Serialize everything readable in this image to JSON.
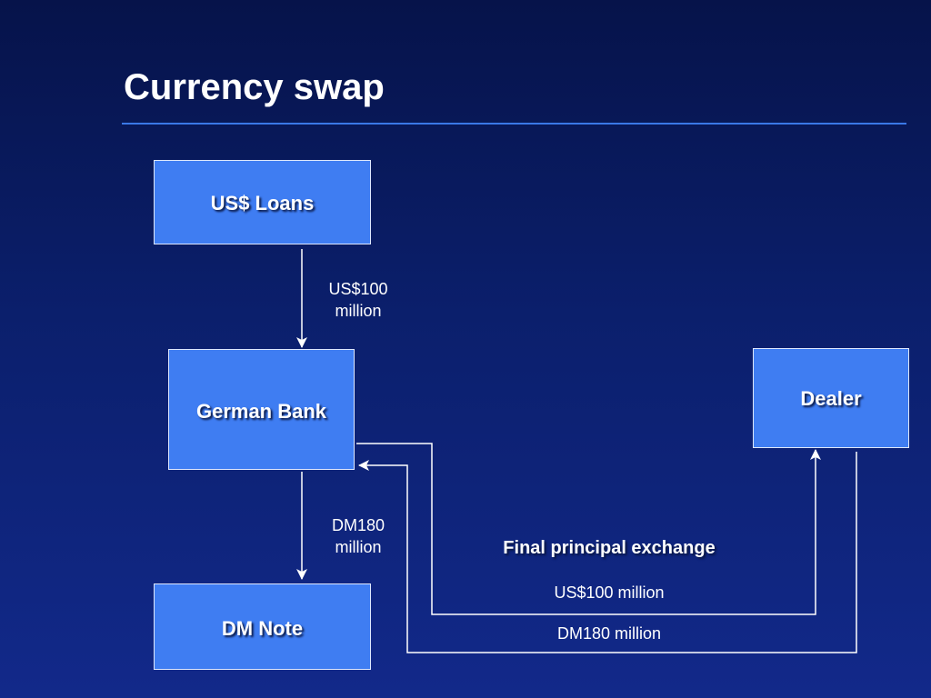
{
  "slide": {
    "title": "Currency swap"
  },
  "nodes": {
    "us_loans": "US$ Loans",
    "german_bank": "German Bank",
    "dm_note": "DM Note",
    "dealer": "Dealer"
  },
  "flows": {
    "loans_to_bank": "US$100\nmillion",
    "bank_to_note": "DM180\nmillion",
    "final_heading": "Final principal exchange",
    "bank_to_dealer": "US$100 million",
    "dealer_to_bank": "DM180 million"
  },
  "colors": {
    "background": "#0b1f6c",
    "box_fill": "#3f7df2",
    "accent_rule": "#3a78e6"
  }
}
